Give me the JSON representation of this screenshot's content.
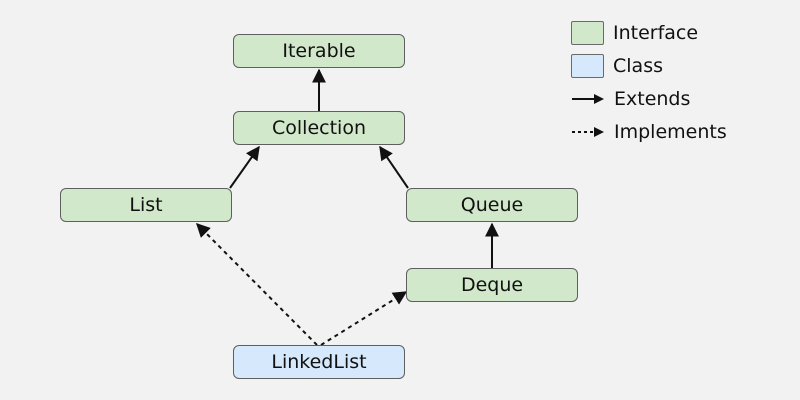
{
  "colors": {
    "interface_fill": "#d2e8cb",
    "class_fill": "#d6e8fb",
    "edge": "#111111"
  },
  "nodes": {
    "iterable": {
      "label": "Iterable",
      "kind": "interface"
    },
    "collection": {
      "label": "Collection",
      "kind": "interface"
    },
    "list": {
      "label": "List",
      "kind": "interface"
    },
    "queue": {
      "label": "Queue",
      "kind": "interface"
    },
    "deque": {
      "label": "Deque",
      "kind": "interface"
    },
    "linkedlist": {
      "label": "LinkedList",
      "kind": "class"
    }
  },
  "edges": [
    {
      "from": "collection",
      "to": "iterable",
      "type": "extends"
    },
    {
      "from": "list",
      "to": "collection",
      "type": "extends"
    },
    {
      "from": "queue",
      "to": "collection",
      "type": "extends"
    },
    {
      "from": "deque",
      "to": "queue",
      "type": "extends"
    },
    {
      "from": "linkedlist",
      "to": "list",
      "type": "implements"
    },
    {
      "from": "linkedlist",
      "to": "deque",
      "type": "implements"
    }
  ],
  "legend": {
    "interface": "Interface",
    "class": "Class",
    "extends": "Extends",
    "implements": "Implements"
  }
}
